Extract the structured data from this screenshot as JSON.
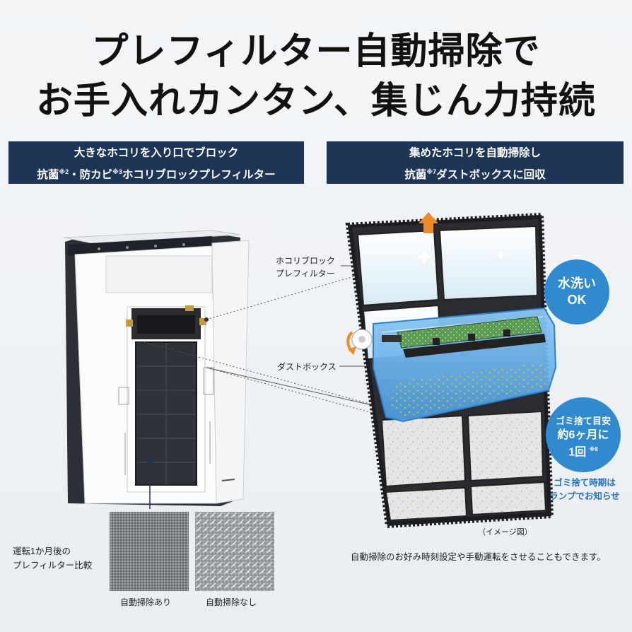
{
  "headline": {
    "line1": "プレフィルター自動掃除で",
    "line2": "お手入れカンタン、集じん力持続"
  },
  "banner_left": {
    "line1": "大きなホコリを入り口でブロック",
    "line2_a": "抗菌",
    "line2_sup1": "※2",
    "line2_b": "・防カビ",
    "line2_sup2": "※3",
    "line2_c": "ホコリブロックプレフィルター"
  },
  "banner_right": {
    "line1": "集めたホコリを自動掃除し",
    "line2_a": "抗菌",
    "line2_sup": "※7",
    "line2_b": "ダストボックスに回収"
  },
  "labels": {
    "prefilter_line1": "ホコリブロック",
    "prefilter_line2": "プレフィルター",
    "dustbox": "ダストボックス"
  },
  "bubble_wash": {
    "line1": "水洗い",
    "line2": "OK"
  },
  "bubble_dust": {
    "line1": "ゴミ捨て目安",
    "line2": "約6ヶ月に",
    "line3": "1回",
    "sup": "※8"
  },
  "lamp_note": {
    "line1": "ゴミ捨て時期は",
    "line2": "ランプでお知らせ"
  },
  "image_note": "（イメージ図）",
  "footnote": "自動掃除のお好み時刻設定や手動運転をさせることもできます。",
  "comparison": {
    "title_line1": "運転1か月後の",
    "title_line2": "プレフィルター比較",
    "with_cleaning": "自動掃除あり",
    "without_cleaning": "自動掃除なし"
  },
  "colors": {
    "banner": "#1d3557",
    "bubble": "#2f8ad0",
    "lamp_text": "#2473b8",
    "dustbox_blue": "#6fb4ec"
  }
}
